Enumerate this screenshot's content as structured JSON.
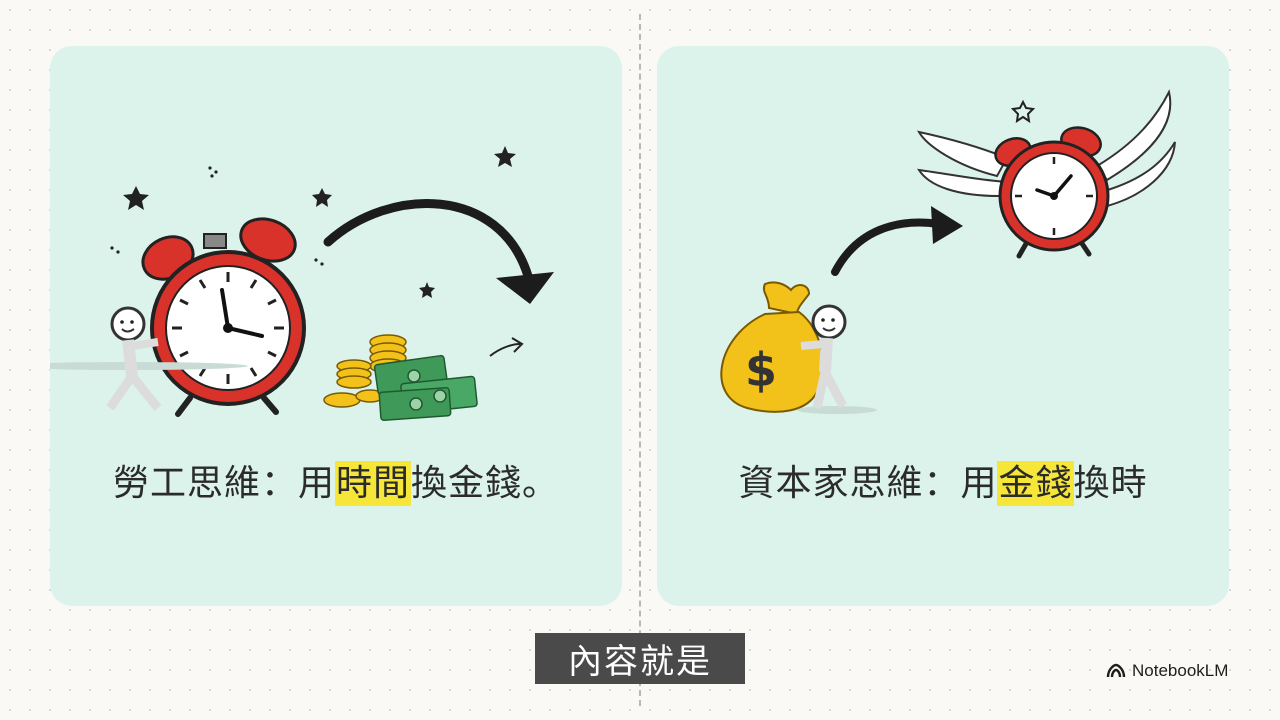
{
  "left_panel": {
    "caption_before": "勞工思維：用",
    "caption_highlight": "時間",
    "caption_after": "換金錢。"
  },
  "right_panel": {
    "caption_before": "資本家思維：用",
    "caption_highlight": "金錢",
    "caption_after": "換時"
  },
  "subtitle": "內容就是",
  "brand": {
    "name": "NotebookLM",
    "icon": "notebooklm-logo-icon"
  },
  "colors": {
    "panel_bg": "#dcf3ec",
    "highlight": "#f6e63a",
    "clock_red": "#d8322a",
    "gold": "#f2c21b",
    "cash_green": "#3f9a5a"
  }
}
